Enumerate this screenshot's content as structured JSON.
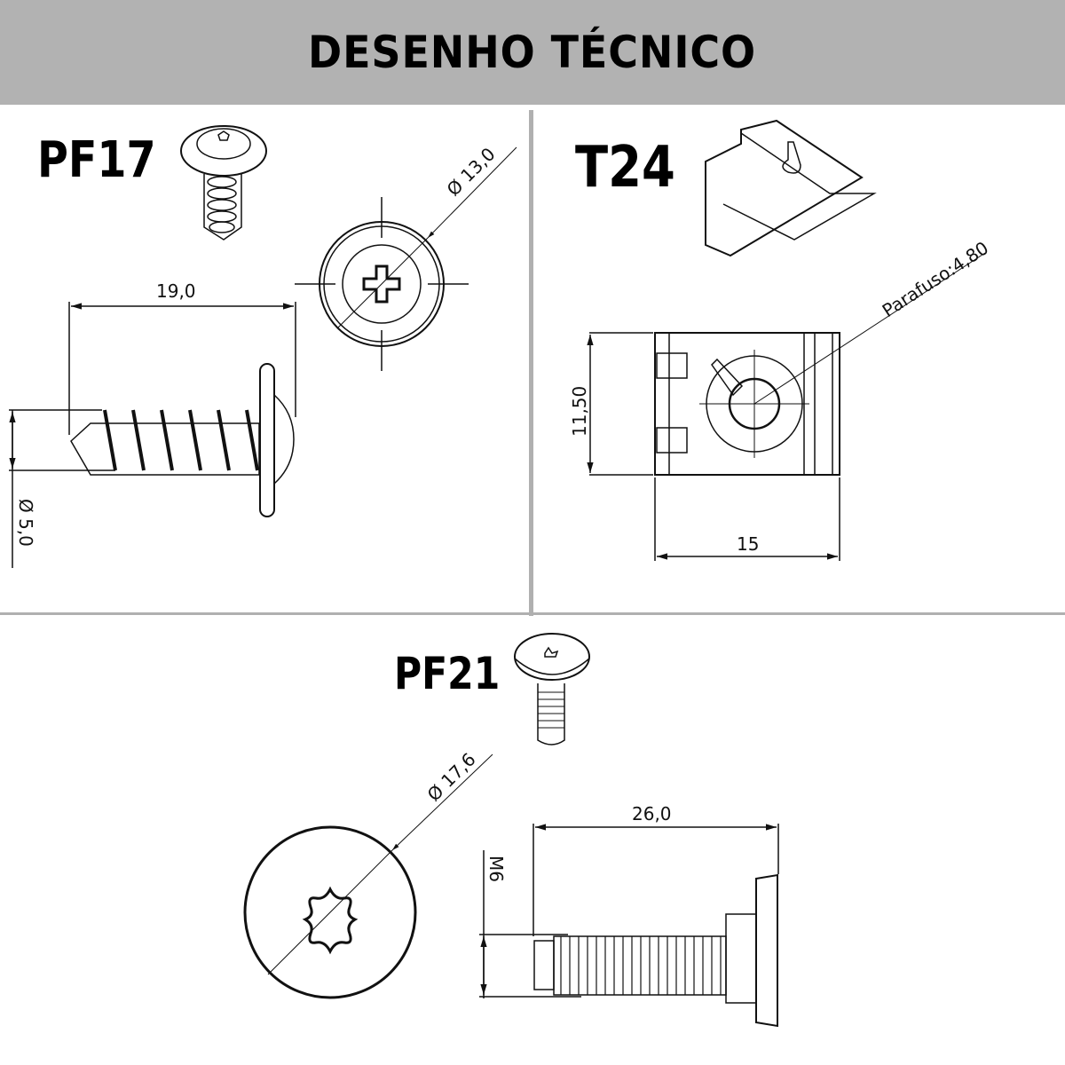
{
  "header": {
    "title": "DESENHO TÉCNICO"
  },
  "parts": [
    {
      "id": "PF17",
      "label": "PF17",
      "dimensions": {
        "head_diameter": "Ø 13,0",
        "length": "19,0",
        "thread_diameter": "Ø 5,0"
      }
    },
    {
      "id": "T24",
      "label": "T24",
      "dimensions": {
        "screw": "Parafuso:4,80",
        "height": "11,50",
        "width": "15"
      }
    },
    {
      "id": "PF21",
      "label": "PF21",
      "dimensions": {
        "head_diameter": "Ø 17,6",
        "length": "26,0",
        "thread": "M6"
      }
    }
  ],
  "colors": {
    "banner": "#b2b2b2",
    "divider": "#b0b0b0",
    "ink": "#111111"
  }
}
